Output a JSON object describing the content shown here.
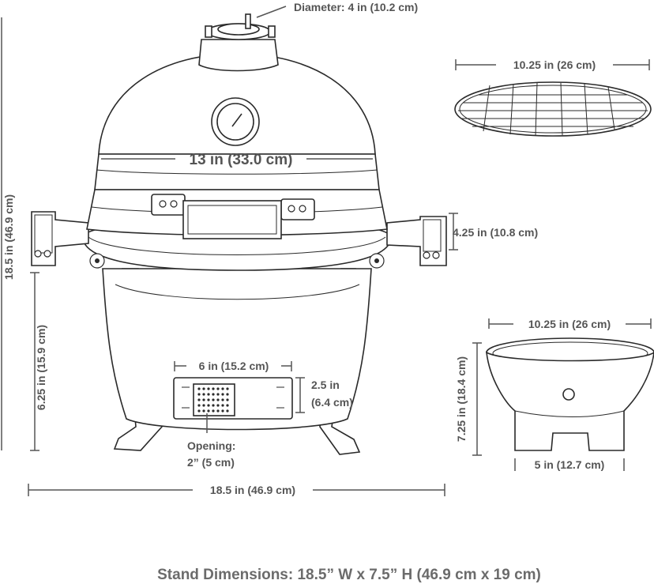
{
  "labels": {
    "vent_diameter": "Diameter: 4 in (10.2 cm)",
    "grill_height": "18.5 in (46.9 cm)",
    "dome_width": "13 in (33.0 cm)",
    "hinge_height": "4.25 in (10.8 cm)",
    "base_height": "6.25 in (15.9 cm)",
    "door_width": "6 in (15.2 cm)",
    "door_height_line1": "2.5 in",
    "door_height_line2": "(6.4 cm)",
    "opening_line1": "Opening:",
    "opening_line2": "2” (5 cm)",
    "grill_width": "18.5 in (46.9 cm)",
    "grate_diameter": "10.25 in (26 cm)",
    "firebox_diameter": "10.25 in (26 cm)",
    "firebox_height": "7.25 in (18.4 cm)",
    "firebox_base": "5 in (12.7 cm)",
    "stand_dimensions": "Stand Dimensions: 18.5” W x 7.5” H (46.9 cm x 19 cm)"
  }
}
